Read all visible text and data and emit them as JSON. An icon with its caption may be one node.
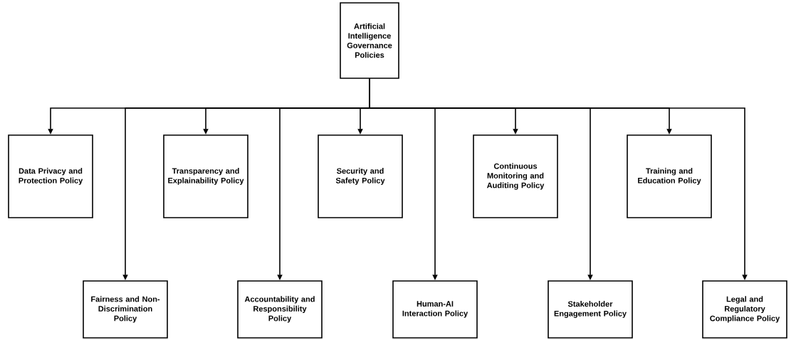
{
  "diagram": {
    "nodes": [
      {
        "text": [
          "Artificial Intelligence Governance Policies"
        ]
      },
      {
        "text": [
          "Data Privacy and Protection Policy"
        ]
      },
      {
        "text": [
          "Transparency and Explainability Policy"
        ]
      },
      {
        "text": [
          "Security and Safety Policy"
        ]
      },
      {
        "text": [
          "Continuous Monitoring and Auditing Policy"
        ]
      },
      {
        "text": [
          "Training and Education Policy"
        ]
      },
      {
        "text": [
          "Fairness and Non-Discrimination Policy"
        ]
      },
      {
        "text": [
          "Accountability and Responsibility Policy"
        ]
      },
      {
        "text": [
          "Human-AI Interaction Policy"
        ]
      },
      {
        "text": [
          "Stakeholder Engagement Policy"
        ]
      },
      {
        "text": [
          "Legal and Regulatory Compliance Policy"
        ]
      }
    ],
    "edges": [
      {
        "from": 0,
        "to": 1,
        "arrow": "to"
      },
      {
        "from": 0,
        "to": 6,
        "arrow": "to"
      },
      {
        "from": 0,
        "to": 2,
        "arrow": "to"
      },
      {
        "from": 0,
        "to": 7,
        "arrow": "to"
      },
      {
        "from": 0,
        "to": 3,
        "arrow": "to"
      },
      {
        "from": 0,
        "to": 8,
        "arrow": "to"
      },
      {
        "from": 0,
        "to": 4,
        "arrow": "to"
      },
      {
        "from": 0,
        "to": 9,
        "arrow": "to"
      },
      {
        "from": 0,
        "to": 5,
        "arrow": "to"
      },
      {
        "from": 0,
        "to": 10,
        "arrow": "to"
      }
    ]
  }
}
